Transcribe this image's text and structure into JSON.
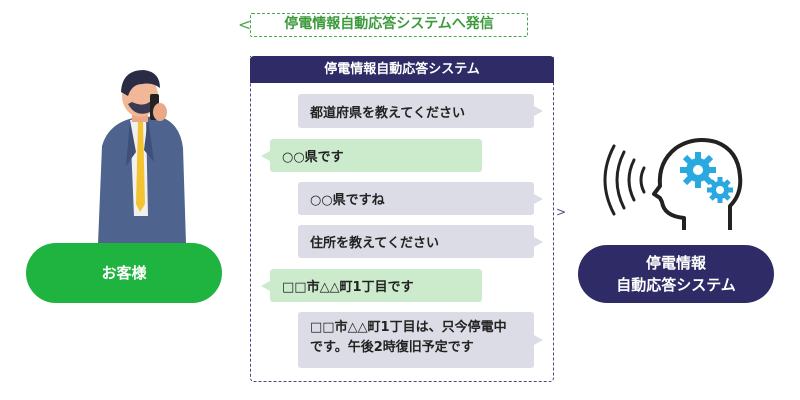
{
  "call_label": "停電情報自動応答システムへ発信",
  "panel_title": "停電情報自動応答システム",
  "messages": [
    {
      "side": "system",
      "text": "都道府県を教えてください"
    },
    {
      "side": "customer",
      "text": "○○県です"
    },
    {
      "side": "system",
      "text": "○○県ですね"
    },
    {
      "side": "system",
      "text": "住所を教えてください"
    },
    {
      "side": "customer",
      "text": "□□市△△町1丁目です"
    },
    {
      "side": "system",
      "line1": "□□市△△町1丁目は、只今停電中",
      "line2": "です。午後2時復旧予定です"
    }
  ],
  "customer_label": "お客様",
  "system_label": {
    "line1": "停電情報",
    "line2": "自動応答システム"
  },
  "colors": {
    "green": "#1fb33f",
    "navy": "#2e2b66",
    "gear": "#29a9e0"
  }
}
